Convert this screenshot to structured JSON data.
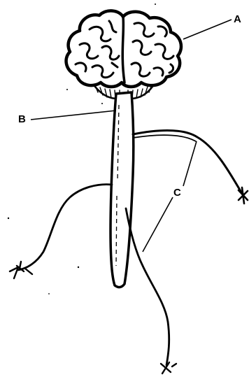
{
  "labels": {
    "a": "A",
    "b": "B",
    "c": "C"
  },
  "colors": {
    "ink": "#000000",
    "background": "#ffffff"
  },
  "parts": {
    "brain": "brain-illustration",
    "spinal_cord": "spinal-cord-illustration",
    "nerves": "nerve-illustration"
  }
}
